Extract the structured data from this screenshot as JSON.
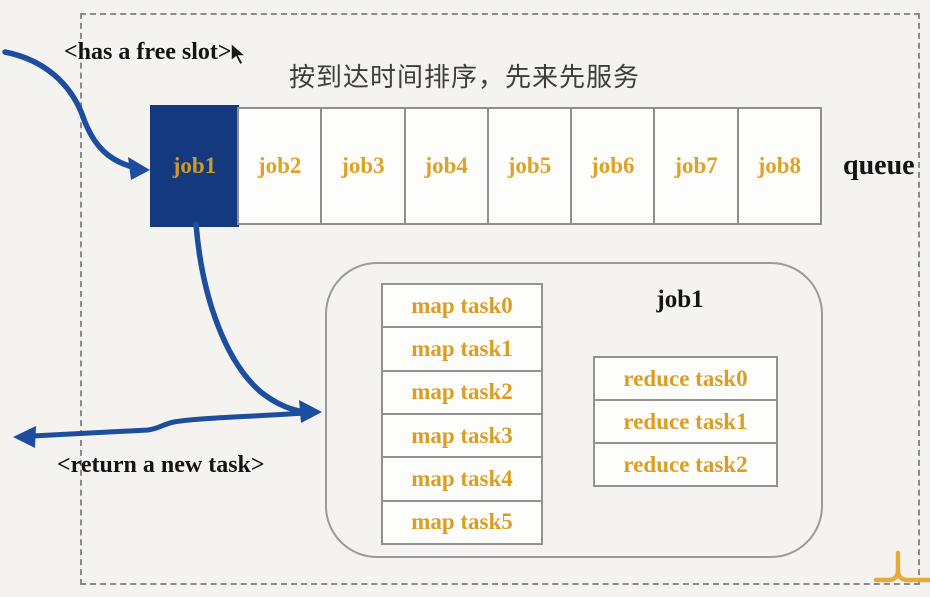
{
  "labels": {
    "has_free_slot": "<has a free slot>",
    "caption": "按到达时间排序，先来先服务",
    "queue": "queue",
    "return_new_task": "<return a new task>"
  },
  "queue": {
    "jobs": [
      {
        "label": "job1",
        "selected": true
      },
      {
        "label": "job2",
        "selected": false
      },
      {
        "label": "job3",
        "selected": false
      },
      {
        "label": "job4",
        "selected": false
      },
      {
        "label": "job5",
        "selected": false
      },
      {
        "label": "job6",
        "selected": false
      },
      {
        "label": "job7",
        "selected": false
      },
      {
        "label": "job8",
        "selected": false
      }
    ]
  },
  "job_detail": {
    "title": "job1",
    "map_tasks": [
      "map task0",
      "map task1",
      "map task2",
      "map task3",
      "map task4",
      "map task5"
    ],
    "reduce_tasks": [
      "reduce task0",
      "reduce task1",
      "reduce task2"
    ]
  },
  "colors": {
    "arrow_blue": "#1d4d9f",
    "selected_job_blue": "#15397f",
    "task_text_orange": "#dfa024",
    "box_border_gray": "#8f8f8f",
    "frame_dash_gray": "#8b8b8b",
    "corner_mark_gold": "#e5ab38"
  },
  "icons": {
    "cursor": "mouse-pointer"
  }
}
